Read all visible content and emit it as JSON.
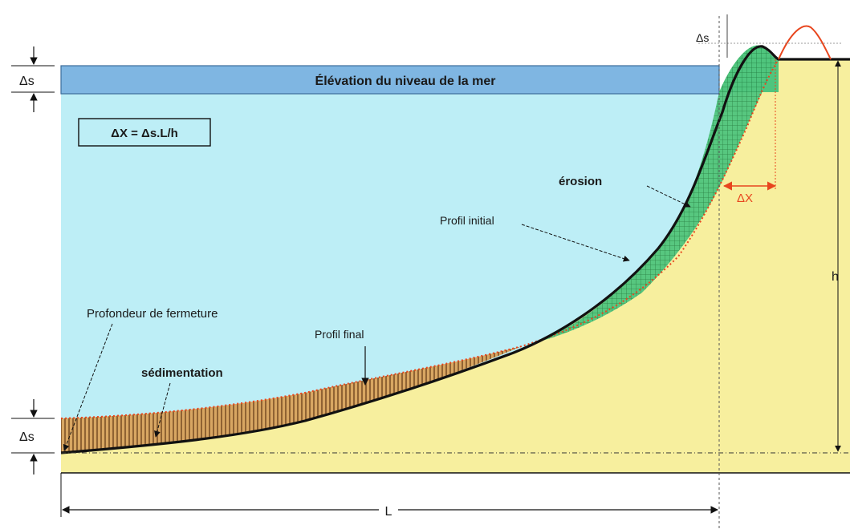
{
  "labels": {
    "sea_rise_banner": "Élévation du  niveau de la mer",
    "formula": "ΔX  = Δs.L/h",
    "delta_s_top_left": "Δs",
    "delta_s_top_right": "Δs",
    "delta_s_bottom_left": "Δs",
    "delta_x": "ΔX",
    "erosion": "érosion",
    "profil_initial": "Profil initial",
    "profil_final": "Profil final",
    "profondeur_fermeture": "Profondeur de fermeture",
    "sedimentation": "sédimentation",
    "h": "h",
    "L": "L"
  },
  "colors": {
    "sea": "#bdeef6",
    "banner": "#7fb6e2",
    "land": "#f7ef9e",
    "erosion_fill": "#4fc57d",
    "sediment_fill": "#c48a3a",
    "accent_red": "#e8461e",
    "profile_line": "#111111"
  }
}
